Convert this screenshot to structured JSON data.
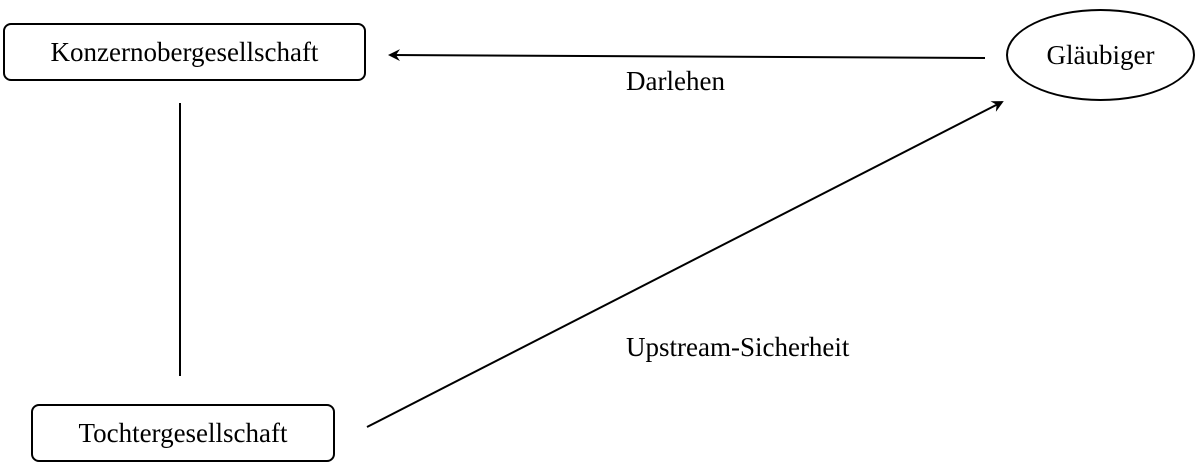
{
  "nodes": {
    "parent": "Konzernobergesellschaft",
    "subsidiary": "Tochtergesellschaft",
    "creditor": "Gläubiger"
  },
  "edges": {
    "loan": "Darlehen",
    "upstream_security": "Upstream-Sicherheit"
  },
  "colors": {
    "line": "#000000",
    "background": "#ffffff"
  }
}
